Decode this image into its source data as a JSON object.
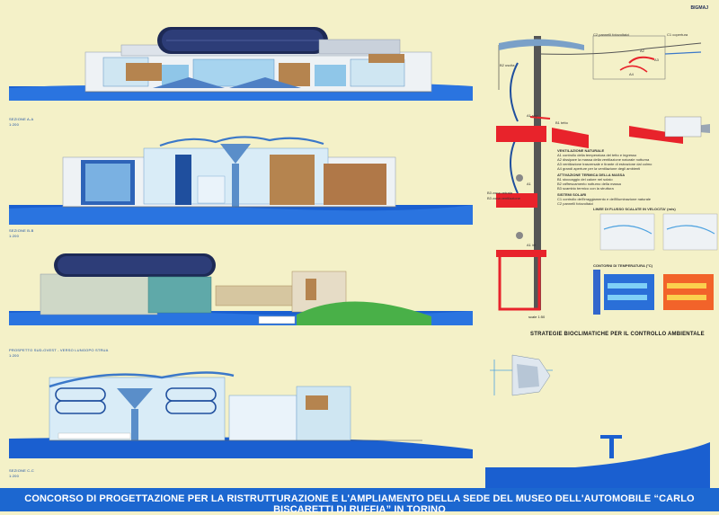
{
  "header": {
    "brand": "BIGMAJ"
  },
  "sections": {
    "section_a": {
      "title": "SEZIONE A-A",
      "scale": "1:200"
    },
    "section_b": {
      "title": "SEZIONE B-B",
      "scale": "1:200"
    },
    "elevation": {
      "title": "PROSPETTO SUD-OVEST - VERSO LUNGOPO STRUA",
      "scale": "1:200"
    },
    "section_c": {
      "title": "SEZIONE C-C",
      "scale": "1:200"
    }
  },
  "strategies": {
    "title": "STRATEGIE BIOCLIMATICHE PER IL CONTROLLO AMBIENTALE",
    "scale": "scale 1:50",
    "labels": {
      "c2": "C2 pannelli fotovoltaici",
      "c1": "C1 copertura",
      "b1": "B1 tetto",
      "b2": "B2 uscita",
      "b3": "B3 zona vetrata",
      "a1": "A1",
      "a2": "A2",
      "a3": "A3",
      "a4": "A4",
      "a1_top": "A1 sup",
      "a1_bottom": "A1 inf",
      "b3_lower": "B3 zona ventilazione"
    },
    "legend": [
      {
        "heading": "VENTILAZIONE NATURALE",
        "lines": [
          "A1 controllo della temperatura del tetto e ingresso",
          "A2 dissipare la massa della ventilazione naturale notturna",
          "A3 ventilazione trasversale e tirante di estrazione dal colmo",
          "A4 grandi aperture per la ventilazione degli ambienti"
        ]
      },
      {
        "heading": "ATTIVAZIONE TERMICA DELLA MASSA",
        "lines": [
          "B1 stoccaggio del calore nel solaio",
          "B2 raffrescamento notturno della massa",
          "B3 scambio termico con la struttura"
        ]
      },
      {
        "heading": "SISTEMI SOLARI",
        "lines": [
          "C1 controllo dell'irraggiamento e dell'illuminazione naturale",
          "C2 pannelli fotovoltaici"
        ]
      }
    ],
    "charts": {
      "flow_title": "LINEE DI FLUSSO SCALATE IN VELOCITA' (m/s)",
      "temp_title": "CONTORNI DI TEMPERATURA (°C)"
    }
  },
  "banner": {
    "text": "CONCORSO DI PROGETTAZIONE PER LA RISTRUTTURAZIONE E L'AMPLIAMENTO DELLA SEDE DEL MUSEO DELL'AUTOMOBILE “CARLO BISCARETTI DI RUFFIA” IN TORINO"
  },
  "colors": {
    "background": "#f4f1c8",
    "banner": "#1c67d0",
    "water": "#1a5fd0",
    "accent_red": "#e8232b"
  }
}
